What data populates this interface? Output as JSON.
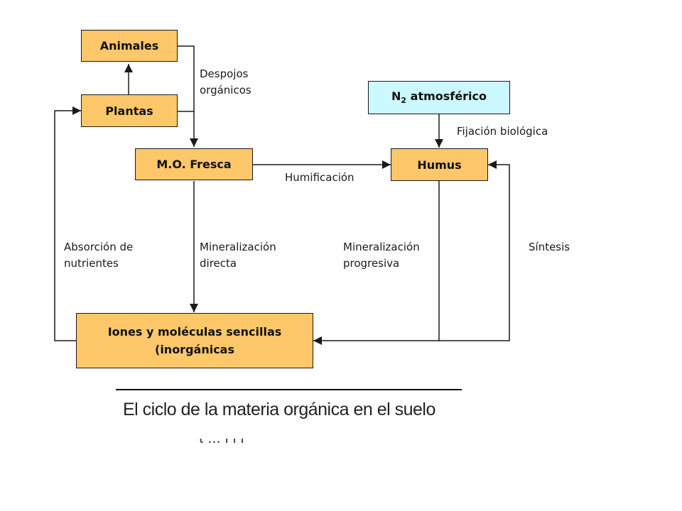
{
  "nodes": {
    "animales": "Animales",
    "plantas": "Plantas",
    "mo_fresca": "M.O. Fresca",
    "n2_base": "N",
    "n2_sub": "2",
    "n2_rest": " atmosférico",
    "humus": "Humus",
    "iones_line1": "Iones y moléculas sencillas",
    "iones_line2": "(inorgánicas"
  },
  "edges": {
    "despojos": "Despojos\norgánicos",
    "fijacion": "Fijación biológica",
    "humificacion": "Humificación",
    "absorcion": "Absorción de\nnutrientes",
    "min_directa": "Mineralización\ndirecta",
    "min_progresiva": "Mineralización\nprogresiva",
    "sintesis": "Síntesis"
  },
  "caption": "El ciclo de la materia orgánica en el suelo",
  "caption_fragment": "t ... l l l",
  "colors": {
    "box_fill": "#fdc76a",
    "n2_fill": "#ccf8ff",
    "stroke": "#1a1a1a"
  }
}
